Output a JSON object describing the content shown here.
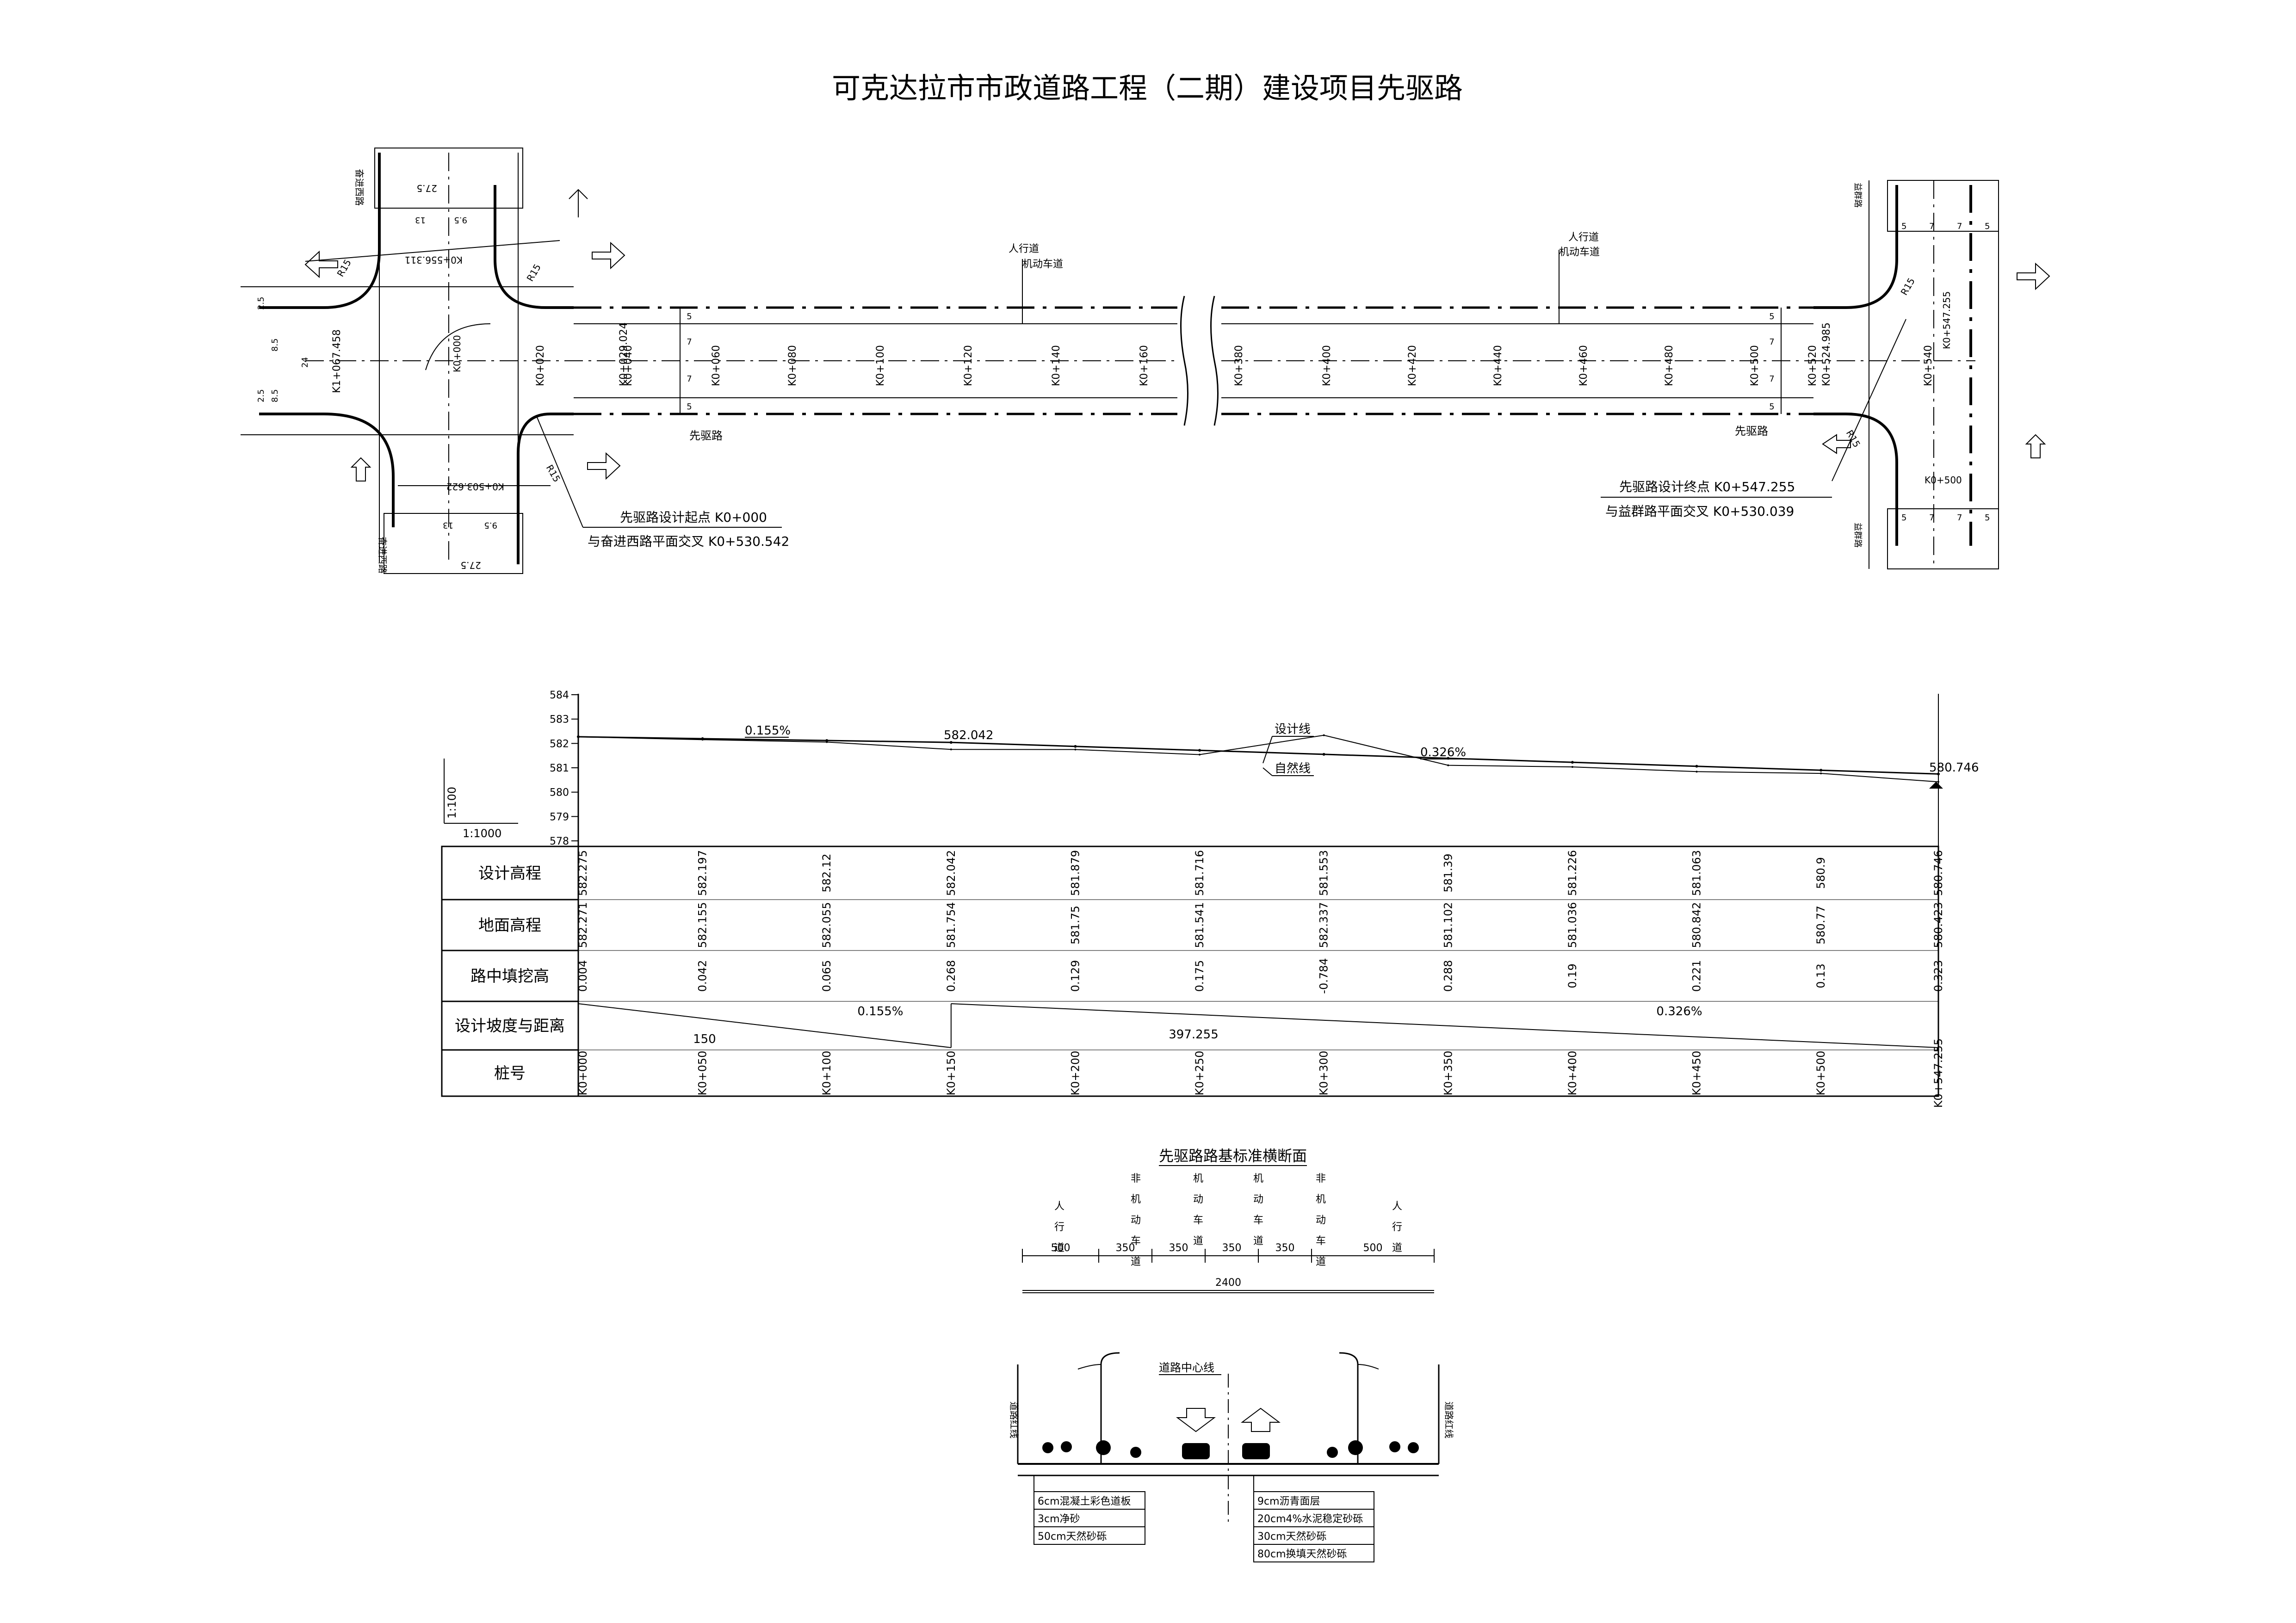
{
  "title": "可克达拉市市政道路工程（二期）建设项目先驱路",
  "plan": {
    "road_name": "先驱路",
    "lane_labels": {
      "sidewalk": "人行道",
      "motor_lane": "机动车道"
    },
    "dimension_labels": [
      "5",
      "7",
      "7",
      "5"
    ],
    "stations_left": [
      "K0+020",
      "K0+029.024",
      "K0+040",
      "K0+060",
      "K0+080",
      "K0+100",
      "K0+120",
      "K0+140",
      "K0+160"
    ],
    "stations_right": [
      "K0+380",
      "K0+400",
      "K0+420",
      "K0+440",
      "K0+460",
      "K0+480",
      "K0+500",
      "K0+520",
      "K0+524.985",
      "K0+540",
      "K0+547.255"
    ],
    "left_intersection": {
      "cross_road_name": "奋进西路",
      "station_main": "K0+000",
      "station_cross": "K1+067.458",
      "station_top": "K0+556.311",
      "station_bottom": "K0+503.622",
      "dims": [
        "27.5",
        "2.5",
        "13",
        "9.5",
        "8.5",
        "24",
        "R15"
      ],
      "note_line1": "先驱路设计起点 K0+000",
      "note_line2": "与奋进西路平面交叉 K0+530.542"
    },
    "right_intersection": {
      "cross_road_name": "益群路",
      "station_cross": "K0+500",
      "dims": [
        "5",
        "7",
        "7",
        "5",
        "R15"
      ],
      "note_line1": "先驱路设计终点 K0+547.255",
      "note_line2": "与益群路平面交叉 K0+530.039"
    }
  },
  "profile": {
    "y_axis_ticks": [
      "584",
      "583",
      "582",
      "581",
      "580",
      "579",
      "578"
    ],
    "scale_v": "1:100",
    "scale_h": "1:1000",
    "grade_labels": [
      "0.155%",
      "0.326%"
    ],
    "point_labels": [
      "582.042",
      "580.746"
    ],
    "line_labels": {
      "design": "设计线",
      "natural": "自然线"
    },
    "row_headers": [
      "设计高程",
      "地面高程",
      "路中填挖高",
      "设计坡度与距离",
      "桩号"
    ],
    "design_elev": [
      "582.275",
      "582.197",
      "582.12",
      "582.042",
      "581.879",
      "581.716",
      "581.553",
      "581.39",
      "581.226",
      "581.063",
      "580.9",
      "580.746"
    ],
    "ground_elev": [
      "582.271",
      "582.155",
      "582.055",
      "581.754",
      "581.75",
      "581.541",
      "582.337",
      "581.102",
      "581.036",
      "580.842",
      "580.77",
      "580.423"
    ],
    "cut_fill": [
      "0.004",
      "0.042",
      "0.065",
      "0.268",
      "0.129",
      "0.175",
      "-0.784",
      "0.288",
      "0.19",
      "0.221",
      "0.13",
      "0.323"
    ],
    "grade_segments": [
      {
        "grade": "0.155%",
        "length": "150"
      },
      {
        "grade": "0.326%",
        "length": "397.255"
      }
    ],
    "stations": [
      "K0+000",
      "K0+050",
      "K0+100",
      "K0+150",
      "K0+200",
      "K0+250",
      "K0+300",
      "K0+350",
      "K0+400",
      "K0+450",
      "K0+500",
      "K0+547.255"
    ]
  },
  "chart_data": {
    "type": "line",
    "title": "",
    "xlabel": "",
    "ylabel": "",
    "ylim": [
      578,
      584
    ],
    "x": [
      0,
      50,
      100,
      150,
      200,
      250,
      300,
      350,
      400,
      450,
      500,
      547.255
    ],
    "series": [
      {
        "name": "设计线",
        "values": [
          582.275,
          582.197,
          582.12,
          582.042,
          581.879,
          581.716,
          581.553,
          581.39,
          581.226,
          581.063,
          580.9,
          580.746
        ]
      },
      {
        "name": "自然线",
        "values": [
          582.271,
          582.155,
          582.055,
          581.754,
          581.75,
          581.541,
          582.337,
          581.102,
          581.036,
          580.842,
          580.77,
          580.423
        ]
      }
    ]
  },
  "cross_section": {
    "title": "先驱路路基标准横断面",
    "lane_labels": [
      "人行道",
      "非机动车道",
      "机动车道",
      "机动车道",
      "非机动车道",
      "人行道"
    ],
    "widths": [
      "500",
      "350",
      "350",
      "350",
      "350",
      "500"
    ],
    "total_width": "2400",
    "center_line_label": "道路中心线",
    "boundary_label": "道路红线",
    "layers_left": [
      "6cm混凝土彩色道板",
      "3cm净砂",
      "50cm天然砂砾"
    ],
    "layers_right": [
      "9cm沥青面层",
      "20cm4%水泥稳定砂砾",
      "30cm天然砂砾",
      "80cm换填天然砂砾"
    ]
  }
}
